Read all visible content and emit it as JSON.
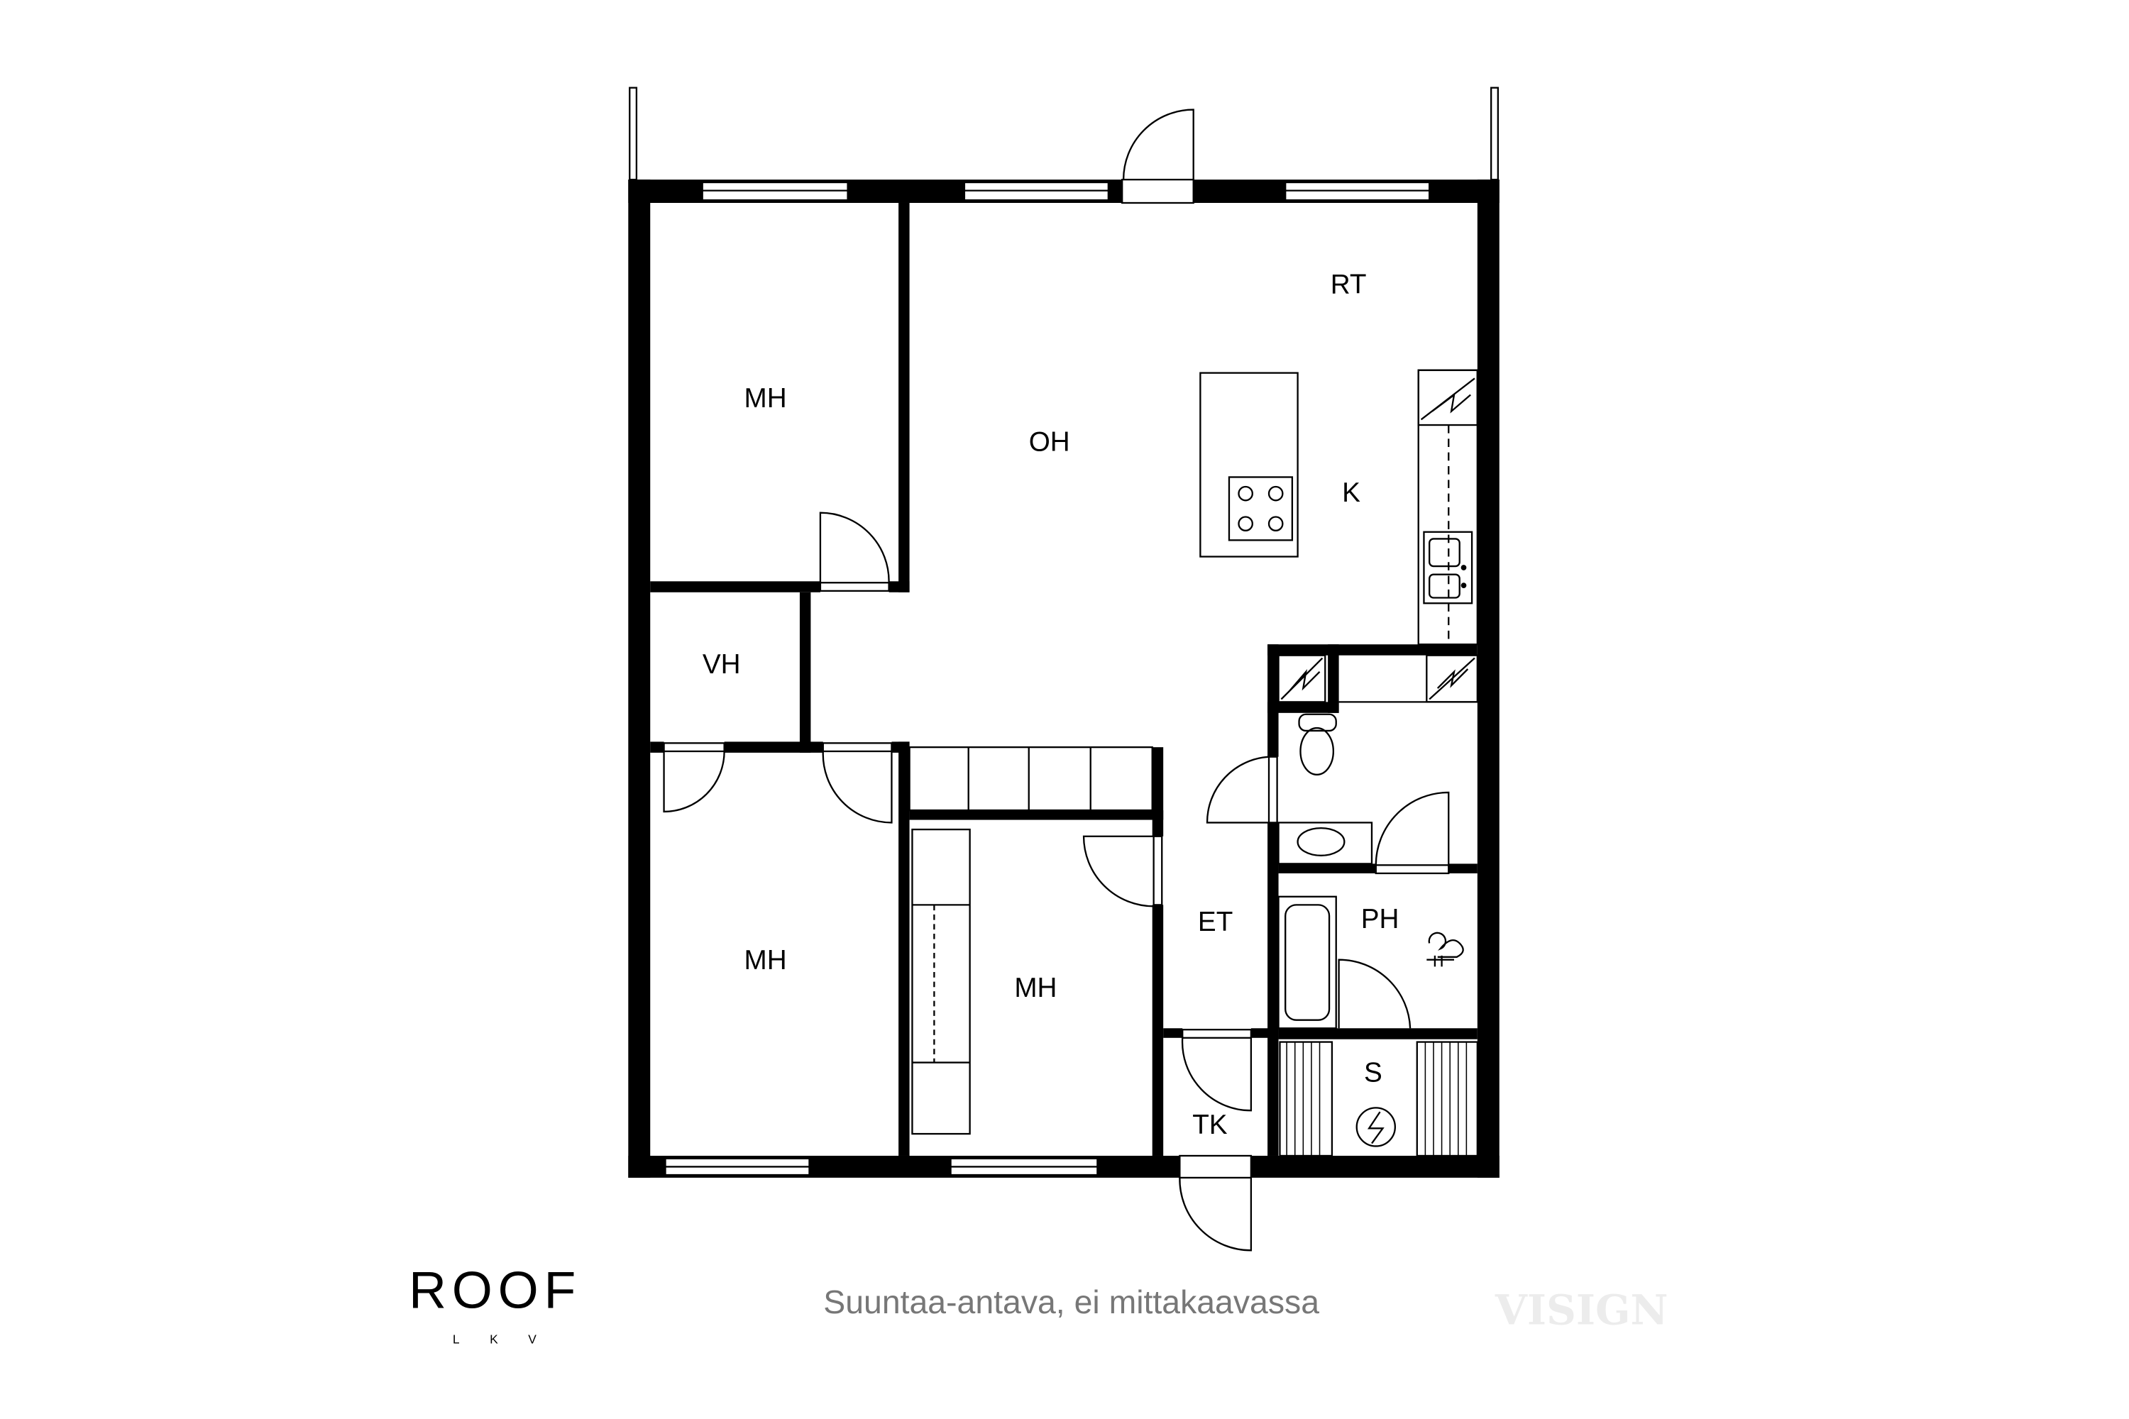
{
  "rooms": {
    "mh1": "MH",
    "oh": "OH",
    "rt": "RT",
    "k": "K",
    "vh": "VH",
    "mh2": "MH",
    "mh3": "MH",
    "et": "ET",
    "ph": "PH",
    "tk": "TK",
    "s": "S"
  },
  "caption": "Suuntaa-antava, ei mittakaavassa",
  "logo": {
    "name": "ROOF",
    "sub": "LKV"
  },
  "watermark": "VISIGN",
  "colors": {
    "wall": "#000000",
    "caption": "#777777",
    "watermark": "#ececec"
  }
}
